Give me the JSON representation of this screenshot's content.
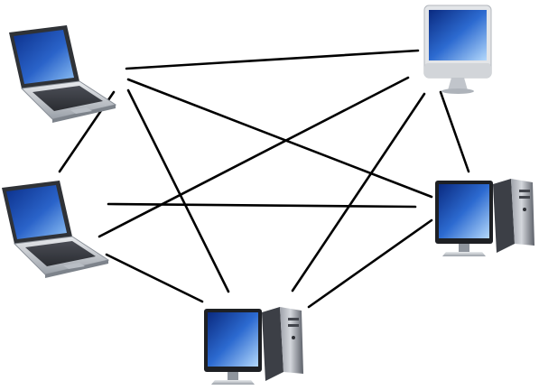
{
  "diagram": {
    "type": "network-topology",
    "topology": "partial-mesh",
    "link_color": "#000000",
    "nodes": [
      {
        "id": "laptop-top-left",
        "device": "laptop",
        "icon": "laptop-icon"
      },
      {
        "id": "imac-top-right",
        "device": "all-in-one-desktop",
        "icon": "imac-icon"
      },
      {
        "id": "laptop-mid-left",
        "device": "laptop",
        "icon": "laptop-icon"
      },
      {
        "id": "tower-right",
        "device": "desktop-tower-with-monitor",
        "icon": "desktop-computer-icon"
      },
      {
        "id": "tower-bottom",
        "device": "desktop-tower-with-monitor",
        "icon": "desktop-computer-icon"
      }
    ],
    "links": [
      {
        "from": "laptop-top-left",
        "to": "imac-top-right"
      },
      {
        "from": "laptop-top-left",
        "to": "laptop-mid-left"
      },
      {
        "from": "laptop-top-left",
        "to": "tower-right"
      },
      {
        "from": "laptop-top-left",
        "to": "tower-bottom"
      },
      {
        "from": "imac-top-right",
        "to": "laptop-mid-left"
      },
      {
        "from": "imac-top-right",
        "to": "tower-right"
      },
      {
        "from": "imac-top-right",
        "to": "tower-bottom"
      },
      {
        "from": "laptop-mid-left",
        "to": "tower-right"
      },
      {
        "from": "laptop-mid-left",
        "to": "tower-bottom"
      },
      {
        "from": "tower-right",
        "to": "tower-bottom"
      }
    ],
    "colors": {
      "screen_blue": "#1f4fb8",
      "screen_light": "#6fa8f0",
      "device_silver": "#c8ccd2",
      "tower_dark": "#4a4d55"
    }
  }
}
